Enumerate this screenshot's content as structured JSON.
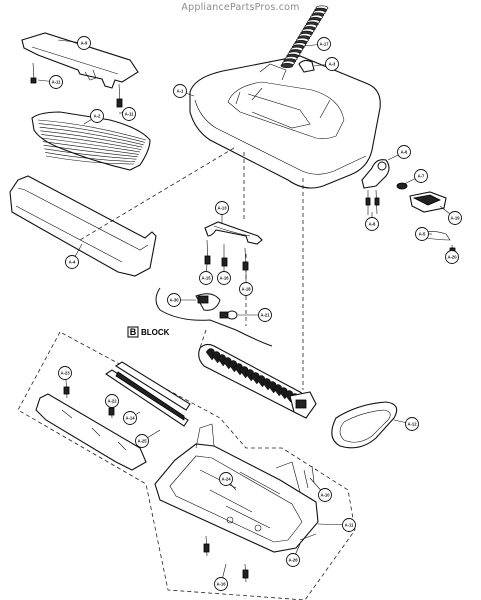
{
  "watermark": "AppliancePartsPros.com",
  "block_label": {
    "letter": "B",
    "word": "BLOCK"
  },
  "callouts": [
    {
      "id": "a9",
      "label": "A-9"
    },
    {
      "id": "a11a",
      "label": "A-11"
    },
    {
      "id": "a11b",
      "label": "A-11"
    },
    {
      "id": "a2",
      "label": "A-2"
    },
    {
      "id": "a4",
      "label": "A-4"
    },
    {
      "id": "a1",
      "label": "A-1"
    },
    {
      "id": "a17",
      "label": "A-17"
    },
    {
      "id": "a3",
      "label": "A-3"
    },
    {
      "id": "a6",
      "label": "A-6"
    },
    {
      "id": "a7",
      "label": "A-7"
    },
    {
      "id": "a8a",
      "label": "A-8"
    },
    {
      "id": "a19",
      "label": "A-19"
    },
    {
      "id": "a5",
      "label": "A-5"
    },
    {
      "id": "a20",
      "label": "A-20"
    },
    {
      "id": "a13",
      "label": "A-13"
    },
    {
      "id": "a15",
      "label": "A-15"
    },
    {
      "id": "a16",
      "label": "A-16"
    },
    {
      "id": "a18",
      "label": "A-18"
    },
    {
      "id": "a30",
      "label": "A-30"
    },
    {
      "id": "a21",
      "label": "A-21"
    },
    {
      "id": "a23",
      "label": "A-23"
    },
    {
      "id": "a22",
      "label": "A-22"
    },
    {
      "id": "a14",
      "label": "A-14"
    },
    {
      "id": "a25",
      "label": "A-25"
    },
    {
      "id": "a24",
      "label": "A-24"
    },
    {
      "id": "a12",
      "label": "A-12"
    },
    {
      "id": "a10",
      "label": "A-10"
    },
    {
      "id": "a11c",
      "label": "A-11"
    },
    {
      "id": "a26",
      "label": "A-26"
    },
    {
      "id": "a16b",
      "label": "A-16"
    }
  ]
}
